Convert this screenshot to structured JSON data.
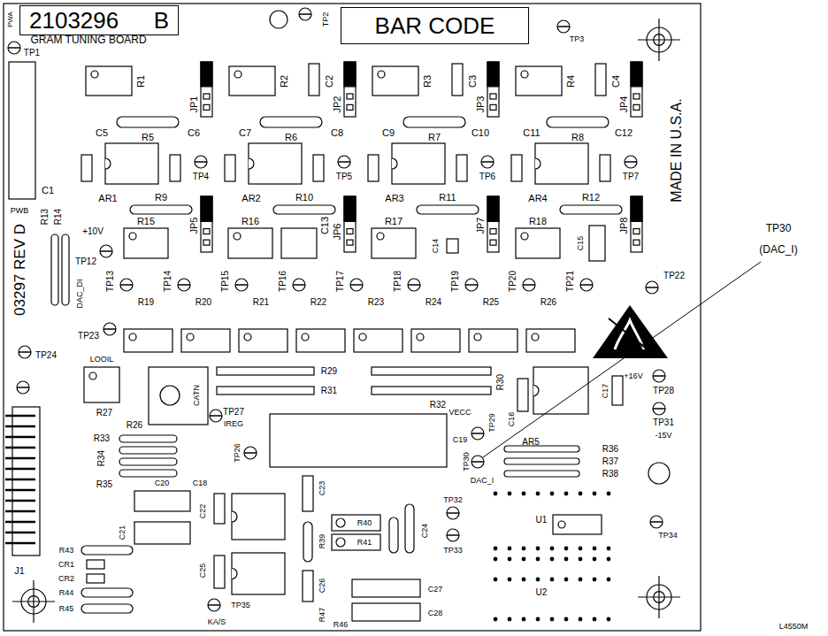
{
  "diagram": {
    "nodes": [
      {
        "text": [
          "2103296",
          "B"
        ]
      },
      {
        "text": [
          "BAR CODE"
        ]
      }
    ],
    "labels": [
      "PWA",
      "GRAM TUNING BOARD",
      "TP1",
      "TP2",
      "TP3",
      "R1",
      "JP1",
      "R2",
      "C2",
      "JP2",
      "R3",
      "C3",
      "JP3",
      "R4",
      "C4",
      "JP4",
      "C5",
      "R5",
      "C6",
      "C7",
      "R6",
      "C8",
      "C9",
      "R7",
      "C10",
      "C11",
      "R8",
      "C12",
      "C1",
      "TP4",
      "TP5",
      "TP6",
      "TP7",
      "AR1",
      "R9",
      "JP5",
      "R15",
      "AR2",
      "R10",
      "R16",
      "C13",
      "JP6",
      "AR3",
      "R11",
      "R17",
      "C14",
      "JP7",
      "AR4",
      "R12",
      "R18",
      "C15",
      "JP8",
      "R13",
      "R14",
      "PWB",
      "03297 REV D",
      "+10V",
      "TP12",
      "DAC_DI",
      "TP13",
      "R19",
      "TP14",
      "R20",
      "TP15",
      "R21",
      "TP16",
      "R22",
      "TP17",
      "R23",
      "TP18",
      "R24",
      "TP19",
      "R25",
      "TP20",
      "R26",
      "TP21",
      "TP22",
      "TP23",
      "TP24",
      "MADE IN U.S.A.",
      "LOOIL",
      "R27",
      "CATN",
      "R26",
      "R29",
      "R31",
      "R30",
      "R32",
      "C16",
      "C17",
      "+16V",
      "TP28",
      "TP31",
      "-15V",
      "TP27",
      "IREG",
      "VECC",
      "TP29",
      "C19",
      "TP30",
      "DAC_I",
      "AR5",
      "R36",
      "R37",
      "R38",
      "R33",
      "R34",
      "R35",
      "C20",
      "C18",
      "C21",
      "C22",
      "TP26",
      "C23",
      "R39",
      "R40",
      "R41",
      "C24",
      "TP32",
      "TP33",
      "U1",
      "U2",
      "TP34",
      "J1",
      "R43",
      "CR1",
      "CR2",
      "R44",
      "R45",
      "C25",
      "C26",
      "TP35",
      "KA/S",
      "R47",
      "R46",
      "C27",
      "C28",
      "TP30",
      "(DAC_I)",
      "L4550M"
    ]
  }
}
